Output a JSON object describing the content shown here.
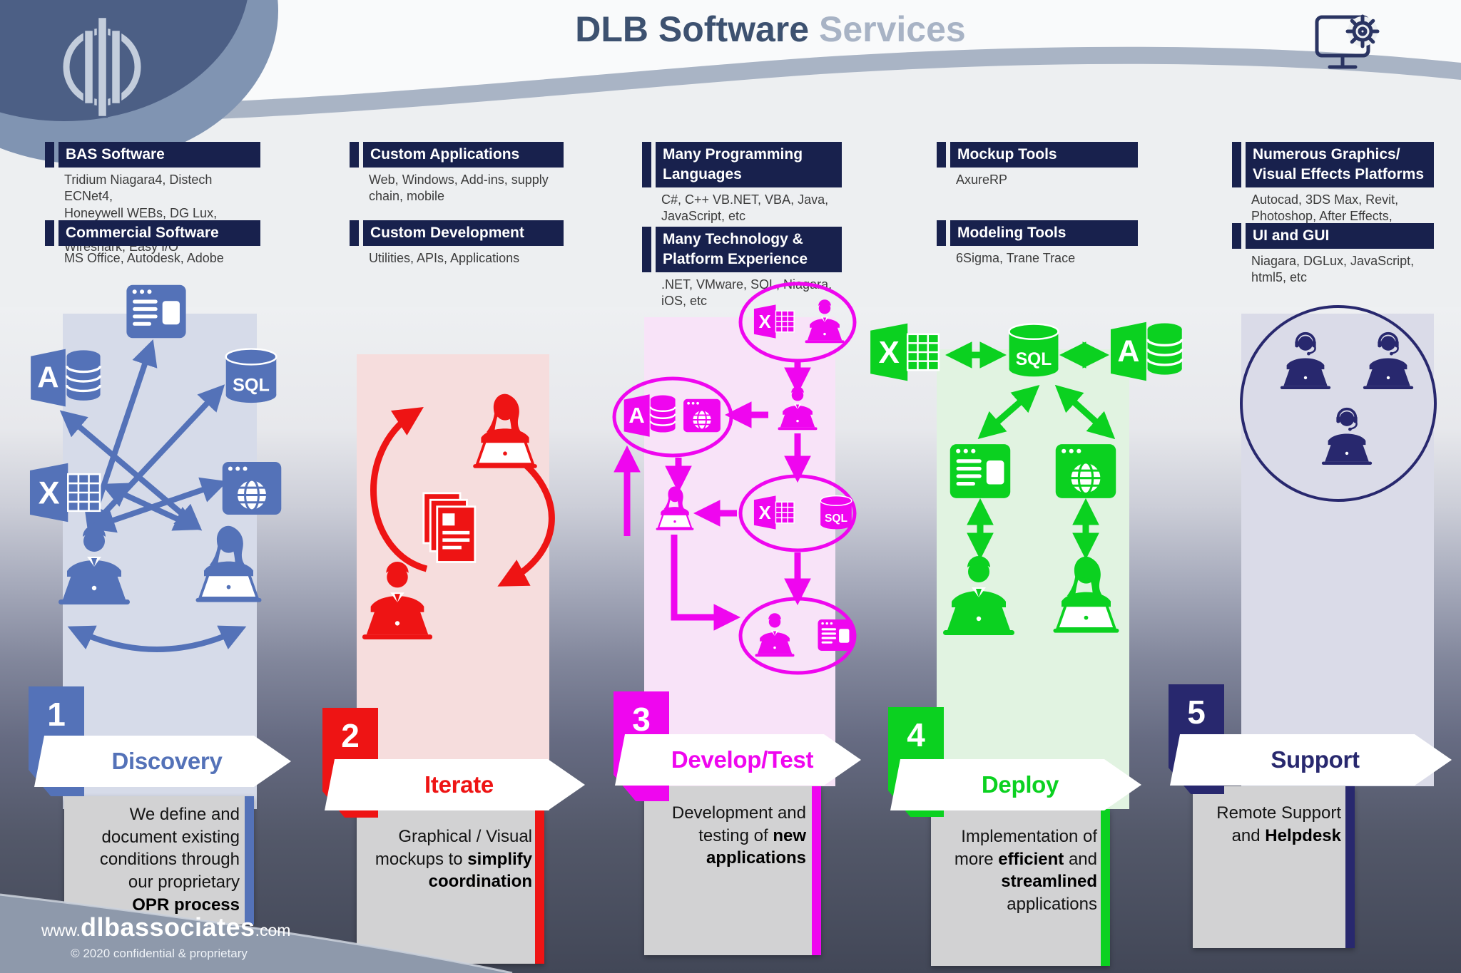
{
  "title": {
    "primary": "DLB Software",
    "secondary": "Services"
  },
  "header_bar_color": "#18214d",
  "footer": {
    "www": "www.",
    "site": "dlbassociates",
    "tld": ".com",
    "copyright": "© 2020 confidential & proprietary"
  },
  "columns": [
    {
      "number": "1",
      "name": "Discovery",
      "color": "#5472b8",
      "tint": "#d6dbe9",
      "headers": [
        {
          "title_lines": [
            "BAS Software"
          ],
          "sub_lines": [
            "Tridium Niagara4, Distech ECNet4,",
            "Honeywell WEBs, DG Lux, iMonnit,",
            "Wireshark, Easy I/O"
          ]
        },
        {
          "title_lines": [
            "Commercial Software"
          ],
          "sub_lines": [
            "MS Office, Autodesk, Adobe"
          ]
        }
      ],
      "desc_lines": [
        [
          {
            "t": "We define and"
          }
        ],
        [
          {
            "t": "document existing"
          }
        ],
        [
          {
            "t": "conditions through"
          }
        ],
        [
          {
            "t": "our proprietary"
          }
        ],
        [
          {
            "t": "OPR process",
            "b": true
          }
        ]
      ],
      "icons": [
        "browser-window",
        "access-database",
        "sql-database",
        "excel-spreadsheet",
        "web-browser-globe",
        "man-at-laptop",
        "woman-at-laptop",
        "crossing-arrows"
      ]
    },
    {
      "number": "2",
      "name": "Iterate",
      "color": "#ee1414",
      "tint": "#f6dddd",
      "headers": [
        {
          "title_lines": [
            "Custom Applications"
          ],
          "sub_lines": [
            "Web, Windows, Add-ins, supply",
            "chain, mobile"
          ]
        },
        {
          "title_lines": [
            "Custom Development"
          ],
          "sub_lines": [
            "Utilities, APIs, Applications"
          ]
        }
      ],
      "desc_lines": [
        [
          {
            "t": "Graphical / Visual"
          }
        ],
        [
          {
            "t": "mockups to "
          },
          {
            "t": "simplify",
            "b": true
          }
        ],
        [
          {
            "t": "coordination",
            "b": true
          }
        ]
      ],
      "icons": [
        "woman-at-laptop",
        "document-stack",
        "man-at-laptop",
        "cycle-arrows"
      ]
    },
    {
      "number": "3",
      "name": "Develop/Test",
      "color": "#ef06ef",
      "tint": "#f8e3f8",
      "headers": [
        {
          "title_lines": [
            "Many Programming",
            "Languages"
          ],
          "sub_lines": [
            "C#, C++ VB.NET, VBA, Java,",
            "JavaScript, etc"
          ]
        },
        {
          "title_lines": [
            "Many Technology &",
            "Platform Experience"
          ],
          "sub_lines": [
            ".NET, VMware, SQL, Niagara,",
            "iOS, etc"
          ]
        }
      ],
      "desc_lines": [
        [
          {
            "t": "Development and"
          }
        ],
        [
          {
            "t": "testing of "
          },
          {
            "t": "new",
            "b": true
          }
        ],
        [
          {
            "t": "applications",
            "b": true
          }
        ]
      ],
      "icons": [
        "excel-spreadsheet",
        "man-at-laptop",
        "access-database",
        "web-browser-globe",
        "woman-at-laptop",
        "sql-database",
        "browser-window",
        "flow-arrows"
      ]
    },
    {
      "number": "4",
      "name": "Deploy",
      "color": "#0bd120",
      "tint": "#e1f3e1",
      "headers": [
        {
          "title_lines": [
            "Mockup Tools"
          ],
          "sub_lines": [
            "AxureRP"
          ]
        },
        {
          "title_lines": [
            "Modeling Tools"
          ],
          "sub_lines": [
            "6Sigma, Trane Trace"
          ]
        }
      ],
      "desc_lines": [
        [
          {
            "t": "Implementation of"
          }
        ],
        [
          {
            "t": "more "
          },
          {
            "t": "efficient",
            "b": true
          },
          {
            "t": " and"
          }
        ],
        [
          {
            "t": "streamlined",
            "b": true
          }
        ],
        [
          {
            "t": "applications"
          }
        ]
      ],
      "icons": [
        "excel-spreadsheet",
        "sql-database",
        "access-database",
        "browser-window",
        "web-browser-globe",
        "man-at-laptop",
        "woman-at-laptop",
        "sync-arrows"
      ]
    },
    {
      "number": "5",
      "name": "Support",
      "color": "#28286e",
      "tint": "#dadbe8",
      "headers": [
        {
          "title_lines": [
            "Numerous Graphics/",
            "Visual Effects Platforms"
          ],
          "sub_lines": [
            "Autocad, 3DS Max, Revit,",
            "Photoshop, After Effects, Premiere"
          ]
        },
        {
          "title_lines": [
            "UI and GUI"
          ],
          "sub_lines": [
            "Niagara, DGLux, JavaScript,",
            "html5, etc"
          ]
        }
      ],
      "desc_lines": [
        [
          {
            "t": "Remote Support"
          }
        ],
        [
          {
            "t": "and "
          },
          {
            "t": "Helpdesk",
            "b": true
          }
        ]
      ],
      "icons": [
        "support-agent",
        "support-agent",
        "support-agent",
        "team-circle"
      ]
    }
  ]
}
